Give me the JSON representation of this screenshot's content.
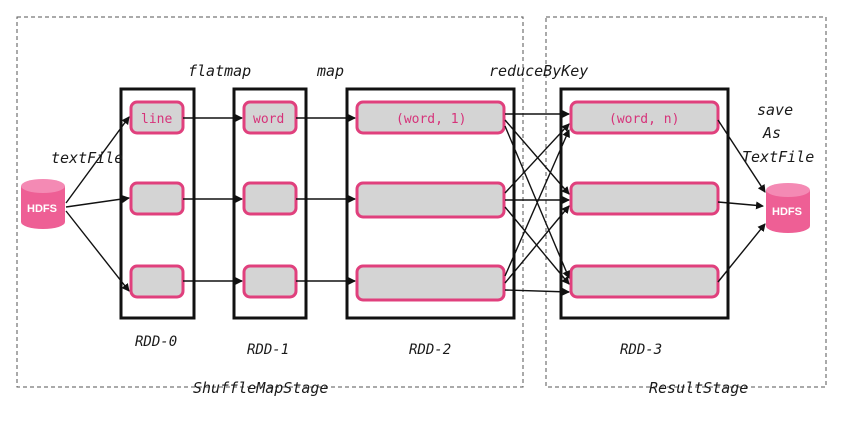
{
  "stages": {
    "shuffle_map": "ShuffleMapStage",
    "result": "ResultStage"
  },
  "operations": {
    "text_file": "textFile",
    "flatmap": "flatmap",
    "map": "map",
    "reduce_by_key": "reduceByKey",
    "save_as_text_file": [
      "save",
      "As",
      "TextFile"
    ]
  },
  "rdds": [
    {
      "label": "RDD-0",
      "cells": [
        "line",
        "",
        ""
      ]
    },
    {
      "label": "RDD-1",
      "cells": [
        "word",
        "",
        ""
      ]
    },
    {
      "label": "RDD-2",
      "cells": [
        "(word, 1)",
        "",
        ""
      ]
    },
    {
      "label": "RDD-3",
      "cells": [
        "(word, n)",
        "",
        ""
      ]
    }
  ],
  "storage": {
    "source": "HDFS",
    "sink": "HDFS"
  },
  "colors": {
    "partition_border": "#e0407d",
    "partition_fill": "#d4d4d4",
    "hdfs_fill": "#ee5f95",
    "text": "#1a1a1a"
  }
}
